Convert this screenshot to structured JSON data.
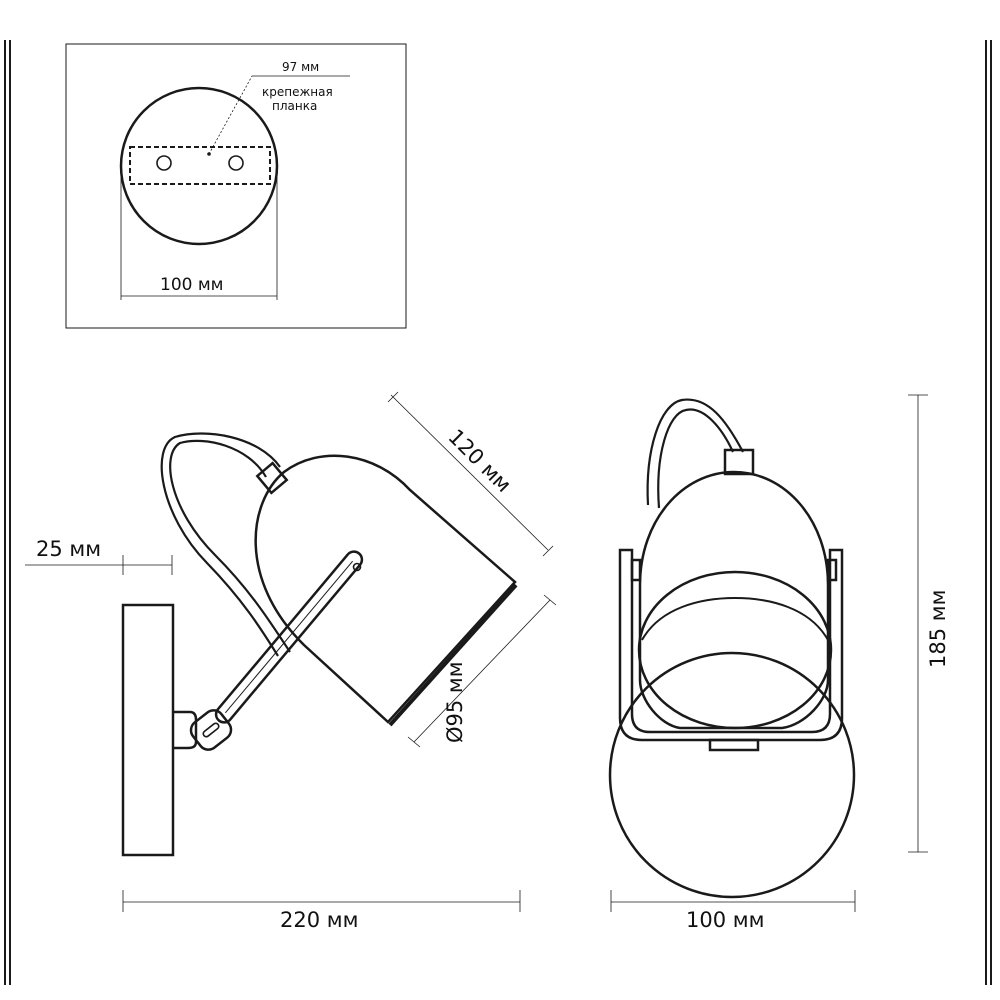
{
  "labels": {
    "plate_width": "97 мм",
    "plate_name_line1": "крепежная",
    "plate_name_line2": "планка",
    "base_diameter_top": "100 мм",
    "offset": "25 мм",
    "shade_length": "120 мм",
    "shade_diameter": "Ø95 мм",
    "total_height": "185 мм",
    "total_depth": "220 мм",
    "total_width": "100 мм"
  },
  "colors": {
    "line": "#1a1a1a",
    "background": "#ffffff"
  }
}
